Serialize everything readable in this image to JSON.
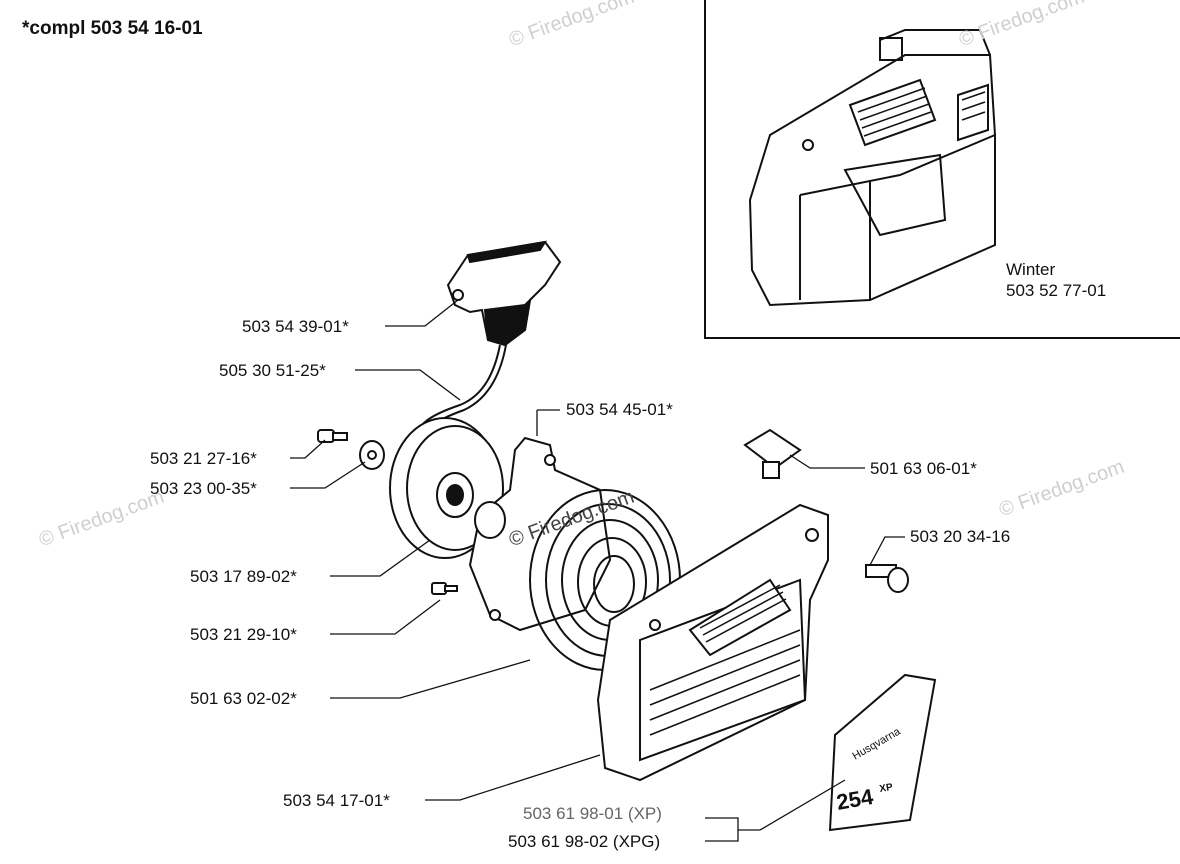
{
  "header": {
    "title": "*compl 503 54 16-01"
  },
  "inset": {
    "name": "Winter",
    "part_number": "503 52 77-01"
  },
  "parts": [
    {
      "part_number": "503 54 39-01*"
    },
    {
      "part_number": "505 30 51-25*"
    },
    {
      "part_number": "503 54 45-01*"
    },
    {
      "part_number": "501 63 06-01*"
    },
    {
      "part_number": "503 21 27-16*"
    },
    {
      "part_number": "503 23 00-35*"
    },
    {
      "part_number": "503 20 34-16"
    },
    {
      "part_number": "503 17 89-02*"
    },
    {
      "part_number": "503 21 29-10*"
    },
    {
      "part_number": "501 63 02-02*"
    },
    {
      "part_number": "503 54 17-01*"
    },
    {
      "part_number": "503 61 98-01 (XP)"
    },
    {
      "part_number": "503 61 98-02 (XPG)"
    }
  ],
  "decal": {
    "brand": "Husqvarna",
    "model": "254",
    "suffix": "XP"
  },
  "watermarks": [
    "© Firedog.com",
    "© Firedog.com",
    "© Firedog.com",
    "© Firedog.com",
    "© Firedog.com"
  ],
  "colors": {
    "line": "#111111",
    "watermark": "#cfcfcf"
  }
}
